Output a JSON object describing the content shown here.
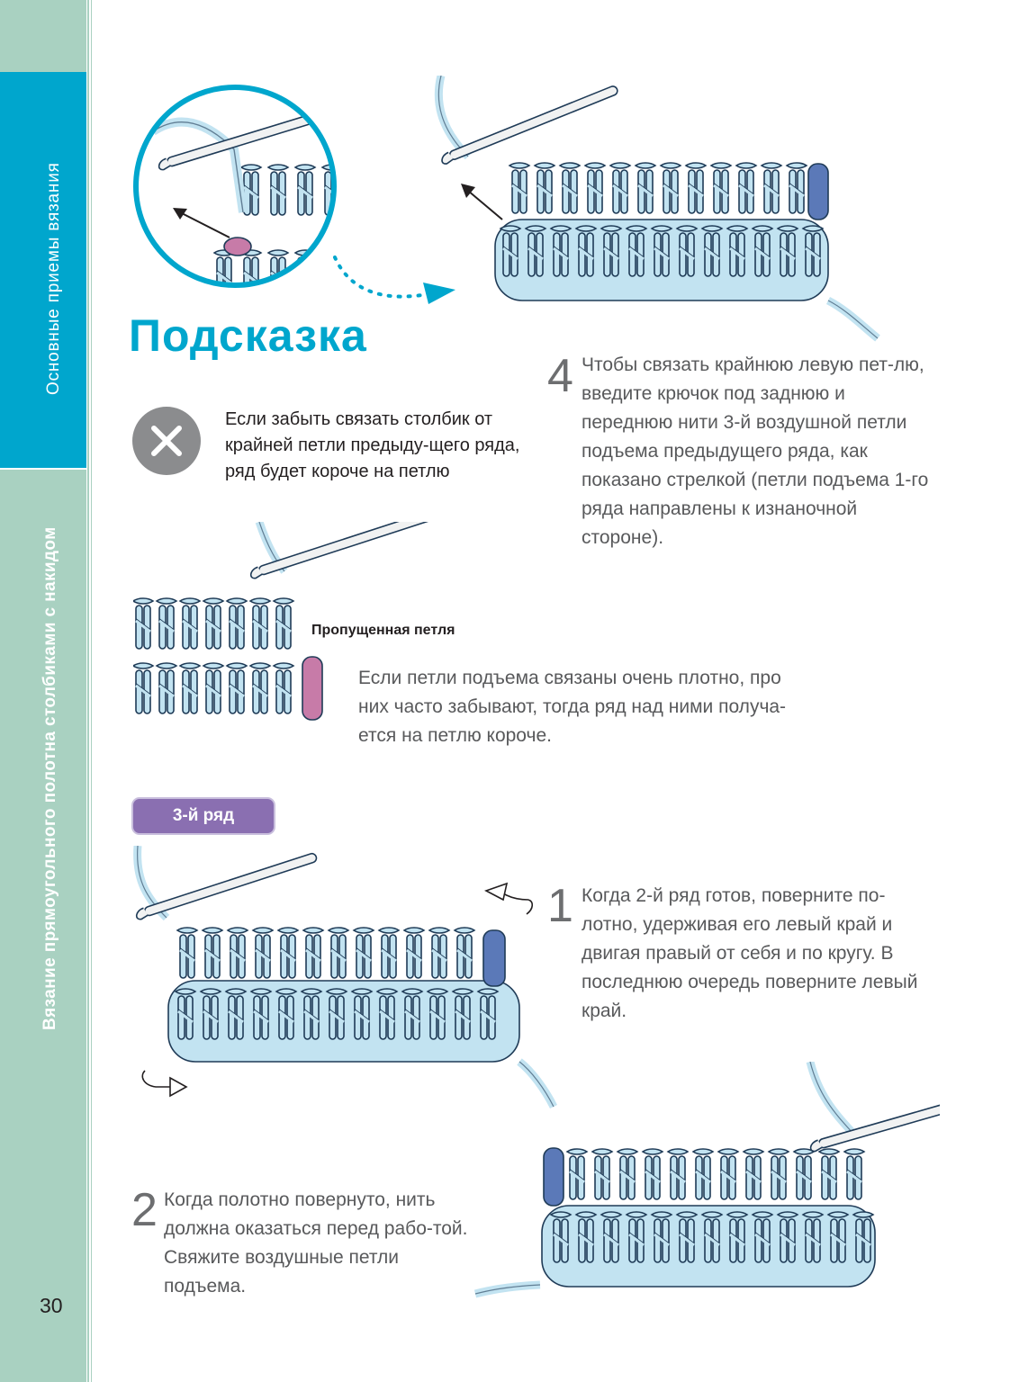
{
  "sidebar": {
    "section_title": "Основные приемы вязания",
    "chapter_title": "Вязание прямоугольного полотна столбиками с накидом",
    "colors": {
      "accent": "#00a6cd",
      "band": "#a9d1c1"
    }
  },
  "page_number": "30",
  "hint": {
    "title": "Подсказка",
    "icon": "x-mark-icon",
    "text": "Если забыть связать столбик от крайней петли предыду-щего ряда, ряд будет короче на петлю",
    "missed_label": "Пропущенная петля",
    "missed_text": "Если петли подъема связаны очень плотно, про них часто забывают, тогда ряд над ними получа-ется на петлю короче."
  },
  "step4": {
    "number": "4",
    "text": "Чтобы связать крайнюю левую пет-лю, введите крючок под заднюю и переднюю нити 3-й воздушной петли подъема предыдущего ряда, как показано стрелкой (петли подъема 1-го ряда направлены к изнаночной стороне)."
  },
  "row3": {
    "badge": "3-й ряд",
    "step1": {
      "number": "1",
      "text": "Когда 2-й ряд готов, поверните по-лотно, удерживая его левый край и двигая правый от себя и по кругу. В последнюю очередь поверните левый край."
    },
    "step2": {
      "number": "2",
      "text": "Когда полотно повернуто, нить должна оказаться перед рабо-той. Свяжите воздушные петли подъема."
    }
  },
  "colors": {
    "yarn": "#c2e3f1",
    "yarn_outline": "#1f3b57",
    "highlight_pink": "#c77ba8",
    "highlight_blue": "#5b79b8",
    "badge_purple": "#8a6fb1"
  }
}
